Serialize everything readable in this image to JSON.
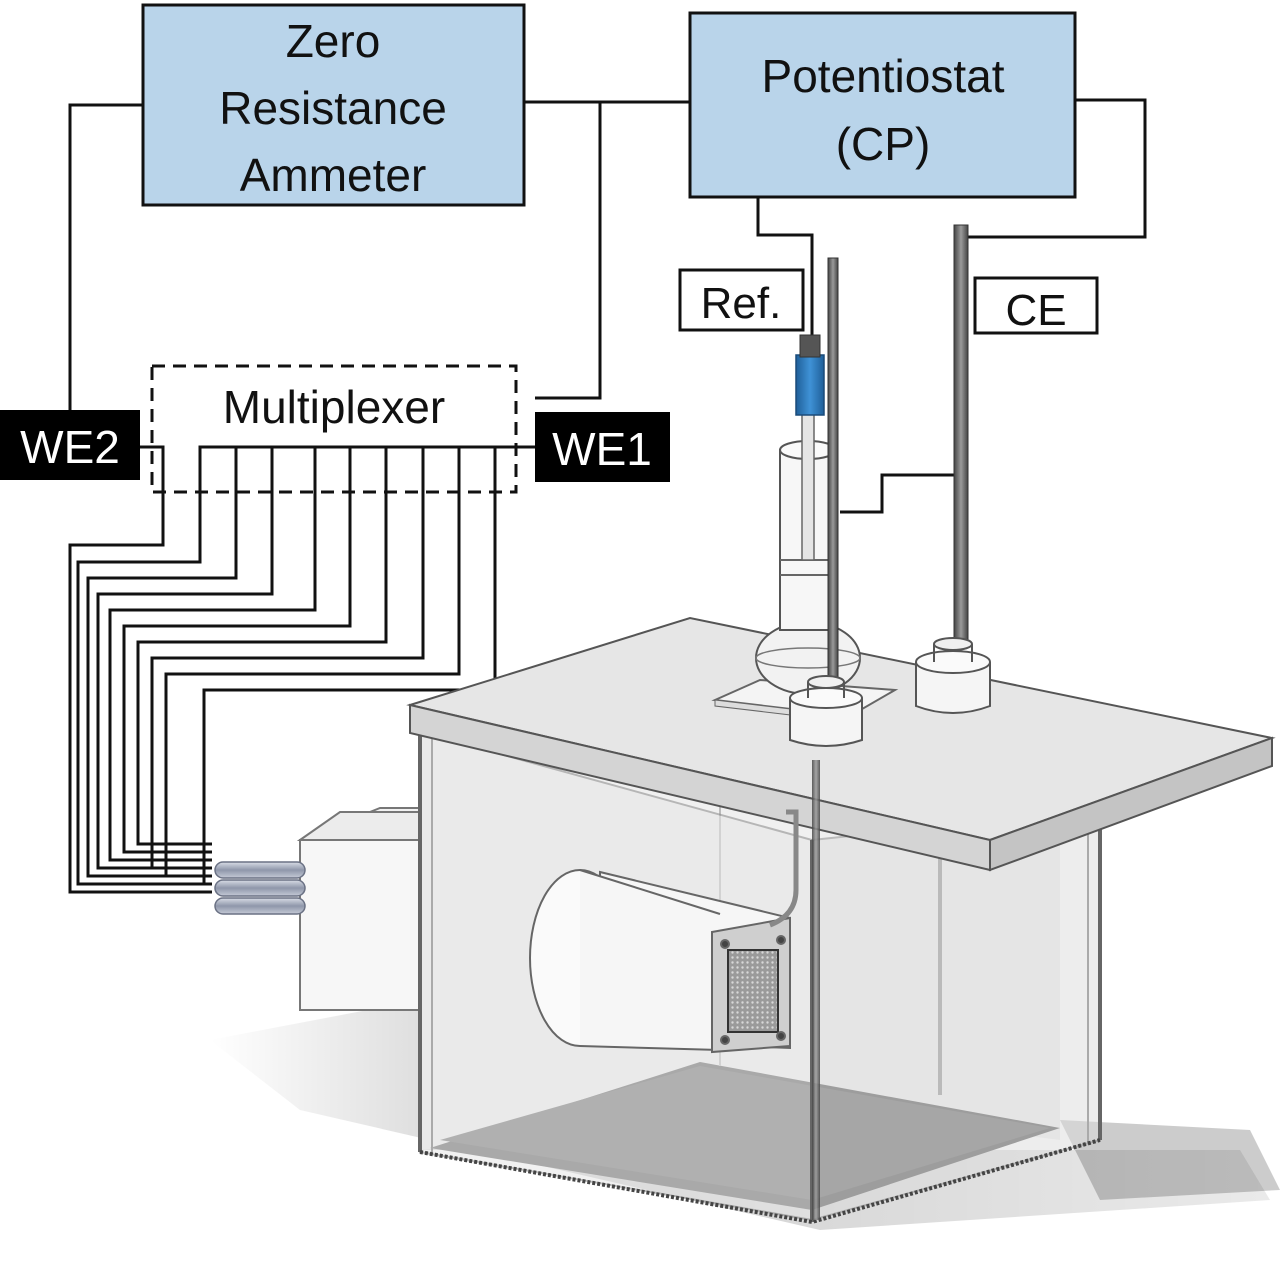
{
  "labels": {
    "zra_line1": "Zero",
    "zra_line2": "Resistance",
    "zra_line3": "Ammeter",
    "pot_line1": "Potentiostat",
    "pot_line2": "(CP)",
    "ref": "Ref.",
    "ce": "CE",
    "multiplexer": "Multiplexer",
    "we1": "WE1",
    "we2": "WE2"
  },
  "colors": {
    "box_fill": "#b9d4ea",
    "line": "#111111",
    "label_black": "#000000",
    "ref_electrode_blue": "#2f7fc1",
    "tank_fill": "#ececec",
    "lid_fill": "#e3e3e3",
    "floor_dark": "#5a5a5a"
  }
}
